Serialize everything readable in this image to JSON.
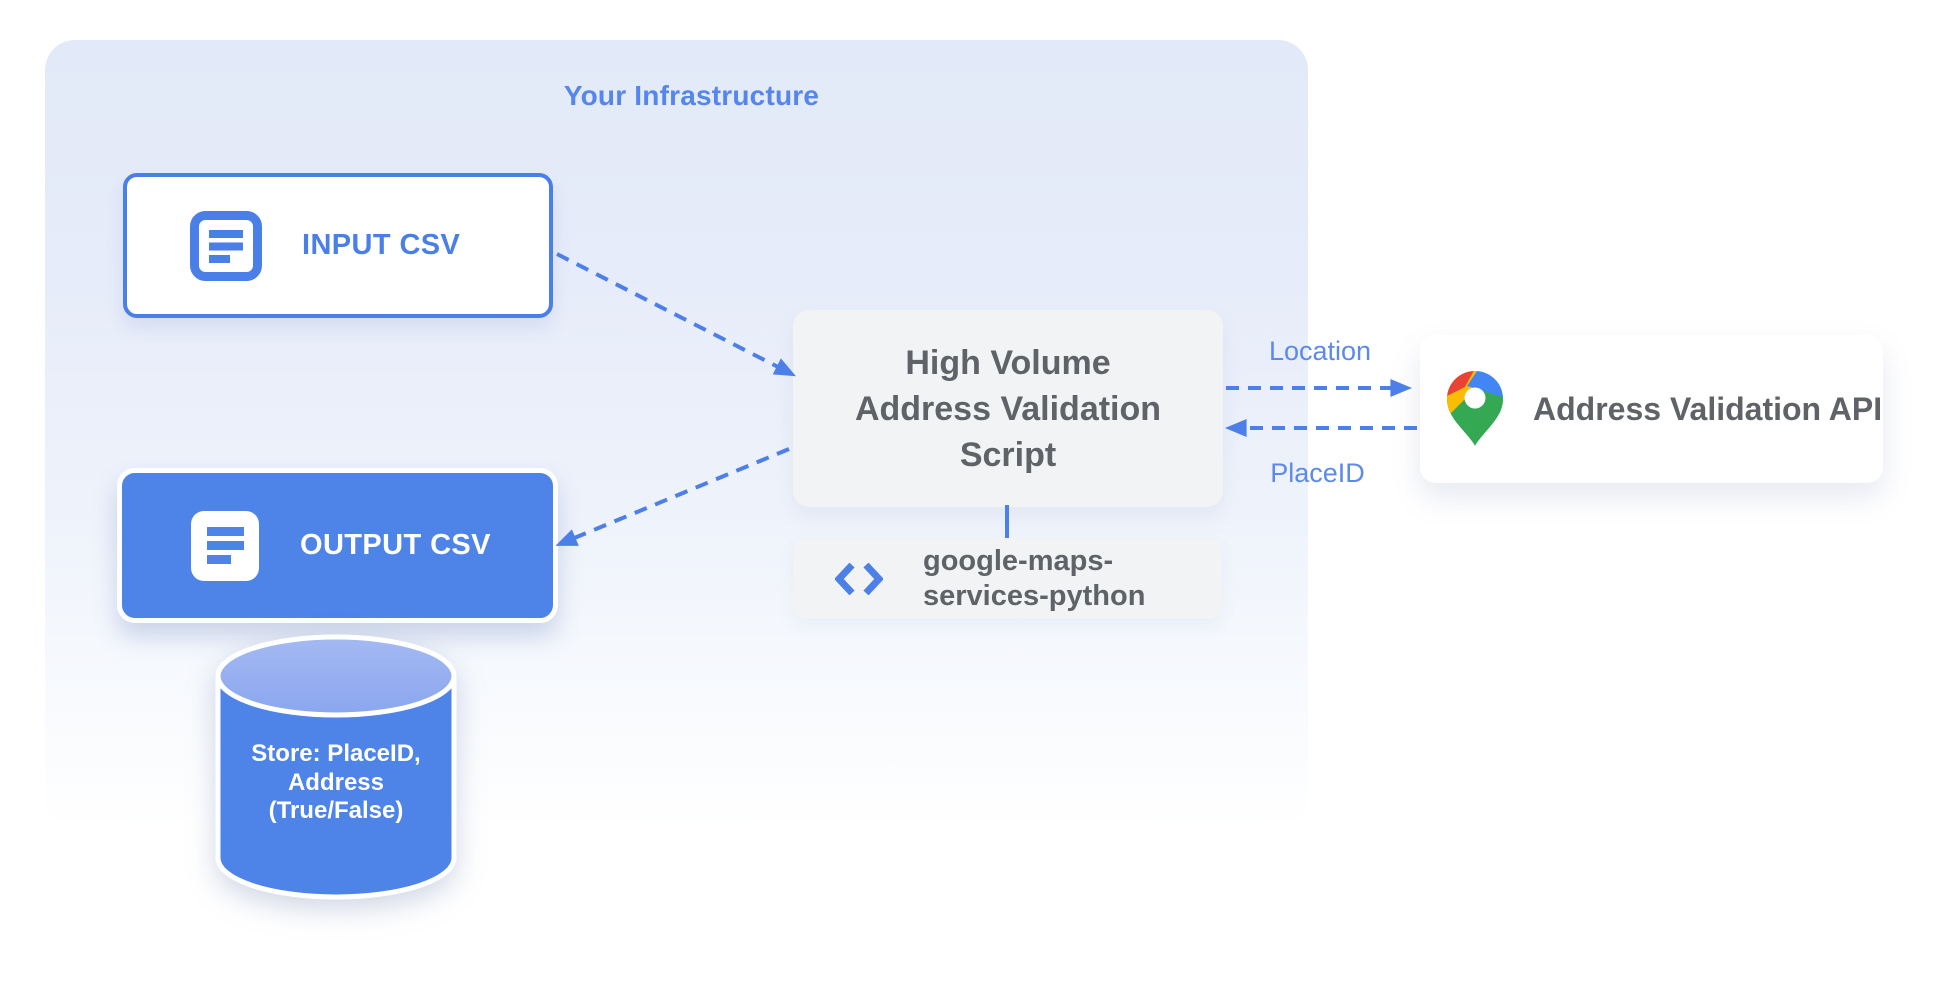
{
  "title": "Your Infrastructure",
  "nodes": {
    "input_csv": {
      "label": "INPUT CSV",
      "icon": "document-icon"
    },
    "output_csv": {
      "label": "OUTPUT CSV",
      "icon": "document-icon"
    },
    "datastore": {
      "icon": "database-cylinder",
      "lines": [
        "Store: PlaceID,",
        "Address",
        "(True/False)"
      ]
    },
    "script": {
      "lines": [
        "High Volume",
        "Address Validation",
        "Script"
      ]
    },
    "library": {
      "icon": "code-icon",
      "lines": [
        "google-maps-",
        "services-python"
      ]
    },
    "api": {
      "label": "Address Validation API",
      "icon": "google-maps-pin-icon"
    }
  },
  "edges": {
    "input_to_script": {
      "style": "dashed-arrow"
    },
    "script_to_output": {
      "style": "dashed-arrow"
    },
    "script_to_api": {
      "label": "Location",
      "style": "dashed-arrow"
    },
    "api_to_script": {
      "label": "PlaceID",
      "style": "dashed-arrow"
    },
    "script_to_library": {
      "style": "solid-line"
    }
  },
  "colors": {
    "accent_blue": "#4C80E8",
    "fill_blue": "#4E83E8",
    "cylinder_top_blue": "#96AFEF",
    "label_blue": "#5C89EC",
    "title_blue": "#5686EC",
    "surface_gray": "#F1F3F4",
    "text_gray": "#5F6368",
    "container_tint": "#E2E9F8",
    "pin_red": "#EA4335",
    "pin_blue": "#4285F4",
    "pin_yellow": "#FBBC04",
    "pin_green": "#34A853"
  }
}
